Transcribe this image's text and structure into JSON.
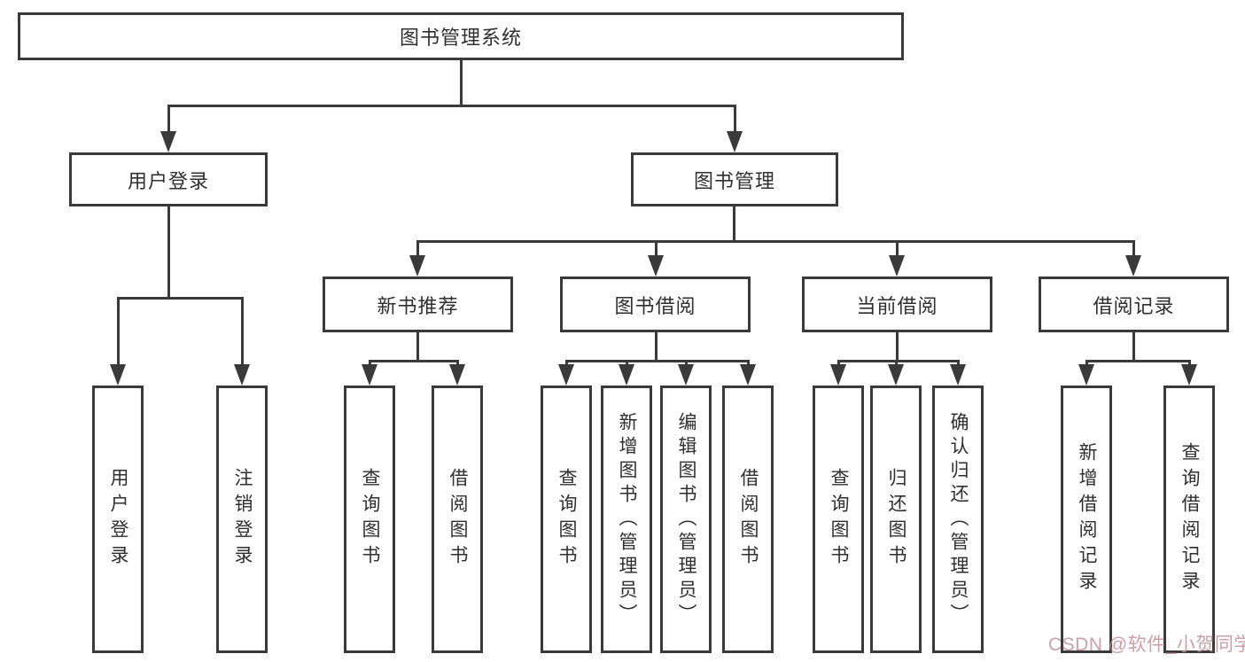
{
  "diagram": {
    "root": "图书管理系统",
    "level2": {
      "user_login": "用户登录",
      "book_mgmt": "图书管理"
    },
    "level3": {
      "new_books": "新书推荐",
      "borrow": "图书借阅",
      "current": "当前借阅",
      "records": "借阅记录"
    },
    "leaves": {
      "user_login": "用户登录",
      "logout": "注销登录",
      "nb_query": "查询图书",
      "nb_borrow": "借阅图书",
      "bb_query": "查询图书",
      "bb_add": "新增图书（管理员）",
      "bb_edit": "编辑图书（管理员）",
      "bb_borrow": "借阅图书",
      "cb_query": "查询图书",
      "cb_return": "归还图书",
      "cb_confirm": "确认归还（管理员）",
      "br_add": "新增借阅记录",
      "br_query": "查询借阅记录"
    }
  },
  "watermark": {
    "text": "CSDN @软件_小贺同学",
    "color": "#c28f97"
  },
  "colors": {
    "line": "#3a3a3a",
    "text": "#2f2f2f",
    "background": "#ffffff"
  }
}
